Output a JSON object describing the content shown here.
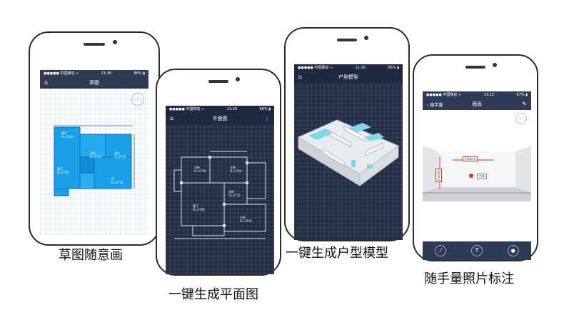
{
  "phones": [
    {
      "status": {
        "carrier": "●●●●● 中国移动 ≈",
        "time": "11:26",
        "battery": "86% ▮"
      },
      "title": "草图",
      "rooms": [
        {
          "name": "餐厅",
          "height": "H=2700"
        },
        {
          "name": "次卧",
          "height": "H=2750"
        },
        {
          "name": "主卧",
          "height": "H=2750"
        },
        {
          "name": "客厅",
          "height": "H=2700"
        },
        {
          "name": "卧",
          "height": "H=2750"
        }
      ],
      "caption": "草图随意画"
    },
    {
      "status": {
        "carrier": "●●●●● 中国移动 ≈",
        "time": "11:26",
        "battery": "86% ▮"
      },
      "title": "平面图",
      "rooms": [
        {
          "name": "次卧",
          "height": "H=2730"
        },
        {
          "name": "主卧",
          "height": "H=2750"
        },
        {
          "name": "客厅",
          "height": "H=2700"
        },
        {
          "name": "次卧",
          "height": "H=2730"
        },
        {
          "name": "主卧",
          "height": "H=2750"
        }
      ],
      "caption": "一键生成平面图"
    },
    {
      "status": {
        "carrier": "●●●●● 中国移动 ≈",
        "time": "11:26",
        "battery": "85% ▮"
      },
      "title": "户型模型",
      "caption": "一键生成户型模型"
    },
    {
      "status": {
        "carrier": "●●●●● 中国移动 ≈",
        "time": "13:12",
        "battery": "67% ▮"
      },
      "back_label": "随手量",
      "title": "墙面",
      "measure_h": "200mm",
      "measure_v": "300mm",
      "tag": "台面",
      "caption": "随手量照片标注"
    }
  ]
}
